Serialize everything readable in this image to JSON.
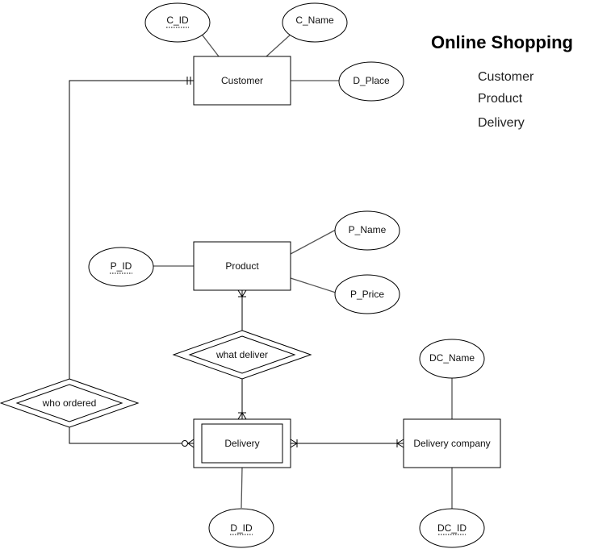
{
  "title": "Online Shopping",
  "legend": [
    "Customer",
    "Product",
    "Delivery"
  ],
  "entities": {
    "customer": "Customer",
    "product": "Product",
    "delivery": "Delivery",
    "delivery_company": "Delivery company"
  },
  "relationships": {
    "who_ordered": "who ordered",
    "what_deliver": "what deliver"
  },
  "attributes": {
    "c_id": "C_ID",
    "c_name": "C_Name",
    "d_place": "D_Place",
    "p_id": "P_ID",
    "p_name": "P_Name",
    "p_price": "P_Price",
    "dc_name": "DC_Name",
    "d_id": "D_ID",
    "dc_id": "DC_ID"
  }
}
